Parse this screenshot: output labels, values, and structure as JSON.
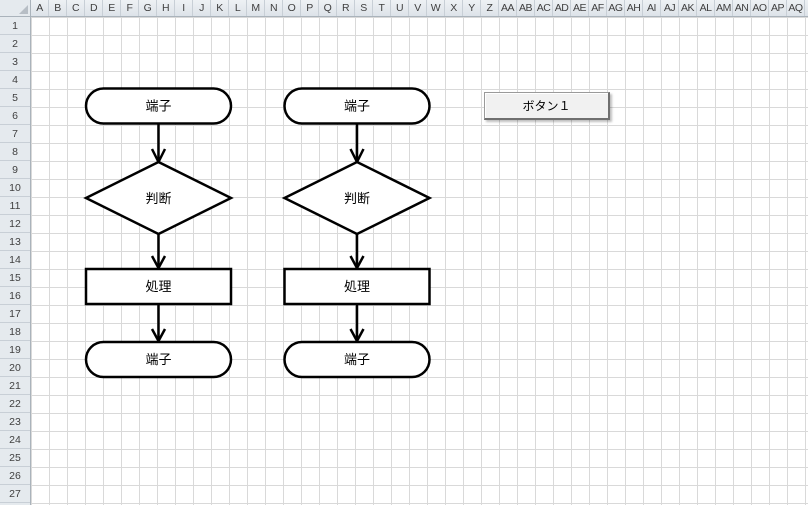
{
  "spreadsheet": {
    "column_headers": [
      "A",
      "B",
      "C",
      "D",
      "E",
      "F",
      "G",
      "H",
      "I",
      "J",
      "K",
      "L",
      "M",
      "N",
      "O",
      "P",
      "Q",
      "R",
      "S",
      "T",
      "U",
      "V",
      "W",
      "X",
      "Y",
      "Z",
      "AA",
      "AB",
      "AC",
      "AD",
      "AE",
      "AF",
      "AG",
      "AH",
      "AI",
      "AJ",
      "AK",
      "AL",
      "AM",
      "AN",
      "AO",
      "AP",
      "AQ"
    ],
    "row_headers": [
      "1",
      "2",
      "3",
      "4",
      "5",
      "6",
      "7",
      "8",
      "9",
      "10",
      "11",
      "12",
      "13",
      "14",
      "15",
      "16",
      "17",
      "18",
      "19",
      "20",
      "21",
      "22",
      "23",
      "24",
      "25",
      "26",
      "27"
    ]
  },
  "flowcharts": [
    {
      "id": "flowchart-left",
      "terminal_top": "端子",
      "decision": "判断",
      "process": "処理",
      "terminal_bottom": "端子"
    },
    {
      "id": "flowchart-center",
      "terminal_top": "端子",
      "decision": "判断",
      "process": "処理",
      "terminal_bottom": "端子"
    }
  ],
  "form_button": {
    "label": "ボタン１"
  },
  "colors": {
    "header-bg": "#e5eaee",
    "header-border": "#c8cfd6",
    "gridline": "#d9d9d9",
    "shape-stroke": "#000000",
    "shape-fill": "#ffffff",
    "button-face": "#f1f1f1"
  }
}
